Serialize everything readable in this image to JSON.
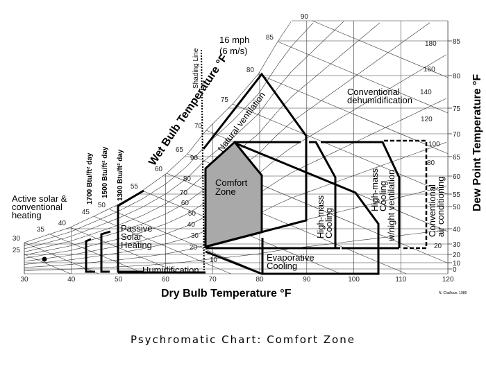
{
  "diagram": {
    "caption": "Psychromatic Chart: Comfort Zone",
    "credit": "N. Chalfoun, 1986",
    "x_axis_title": "Dry Bulb Temperature °F",
    "right_axis_title": "Dew Point Temperature °F",
    "wet_bulb_title": "Wet Bulb Temperature °F",
    "dry_bulb_ticks": [
      "30",
      "40",
      "50",
      "60",
      "70",
      "80",
      "90",
      "100",
      "110",
      "120"
    ],
    "dew_point_ticks": [
      "85",
      "80",
      "75",
      "70",
      "65",
      "60",
      "55",
      "50",
      "40",
      "30",
      "20",
      "10",
      "0"
    ],
    "wet_bulb_ticks": [
      "25",
      "30",
      "35",
      "40",
      "45",
      "50",
      "55",
      "60",
      "65",
      "70",
      "75",
      "80",
      "85",
      "90"
    ],
    "rh_ticks": [
      "90",
      "80",
      "70",
      "60",
      "50",
      "40",
      "30",
      "20",
      "10"
    ],
    "humidity_ratio_ticks": [
      "180",
      "160",
      "140",
      "120",
      "100",
      "80",
      "20"
    ],
    "wind_speed": {
      "line1": "16 mph",
      "line2": "(6 m/s)"
    },
    "shading_line": "Shading Line",
    "zones": {
      "comfort": [
        "Comfort",
        "Zone"
      ],
      "natural_ventilation": "Natural ventilation",
      "conventional_dehumidification": [
        "Conventional",
        "dehumidification"
      ],
      "high_mass_cooling": [
        "High-mass",
        "Cooling"
      ],
      "high_mass_night": [
        "High-mass",
        "Cooling",
        "w/night ventilation"
      ],
      "conventional_ac": [
        "Conventional",
        "air conditioning"
      ],
      "evaporative_cooling": [
        "Evaporative",
        "Cooling"
      ],
      "passive_solar": [
        "Passive",
        "Solar",
        "Heating"
      ],
      "humidification": "Humidification",
      "active_solar": [
        "Active solar &",
        "conventional",
        "heating"
      ],
      "btu_1700": "1700 Btu/ft² day",
      "btu_1500": "1500 Btu/ft² day",
      "btu_1300": "1300 Btu/ft² day"
    },
    "colors": {
      "comfort_fill": "#a9a9a9",
      "lines": "#000000",
      "grid": "#333333"
    }
  }
}
